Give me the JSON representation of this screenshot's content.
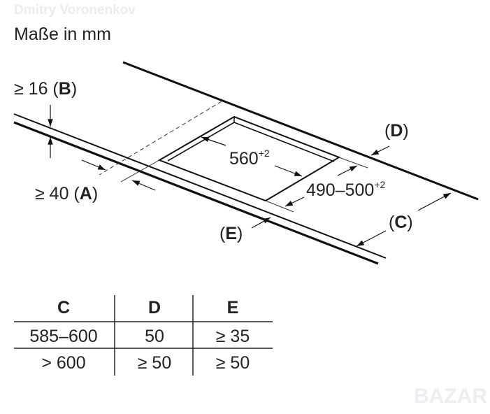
{
  "watermark": "Dmitry Voronenkov",
  "logo": "BAZAR",
  "title": "Maße in mm",
  "labels": {
    "b_prefix": "≥ 16 (",
    "b_letter": "B",
    "b_suffix": ")",
    "a_prefix": "≥ 40 (",
    "a_letter": "A",
    "a_suffix": ")",
    "width_value": "560",
    "width_tol": "+2",
    "depth_value": "490–500",
    "depth_tol": "+2",
    "d_letter": "D",
    "c_letter": "C",
    "e_letter": "E",
    "open_paren": "(",
    "close_paren": ")"
  },
  "table": {
    "headers": [
      "C",
      "D",
      "E"
    ],
    "rows": [
      [
        "585–600",
        "50",
        "≥ 35"
      ],
      [
        "> 600",
        "≥ 50",
        "≥ 50"
      ]
    ]
  }
}
